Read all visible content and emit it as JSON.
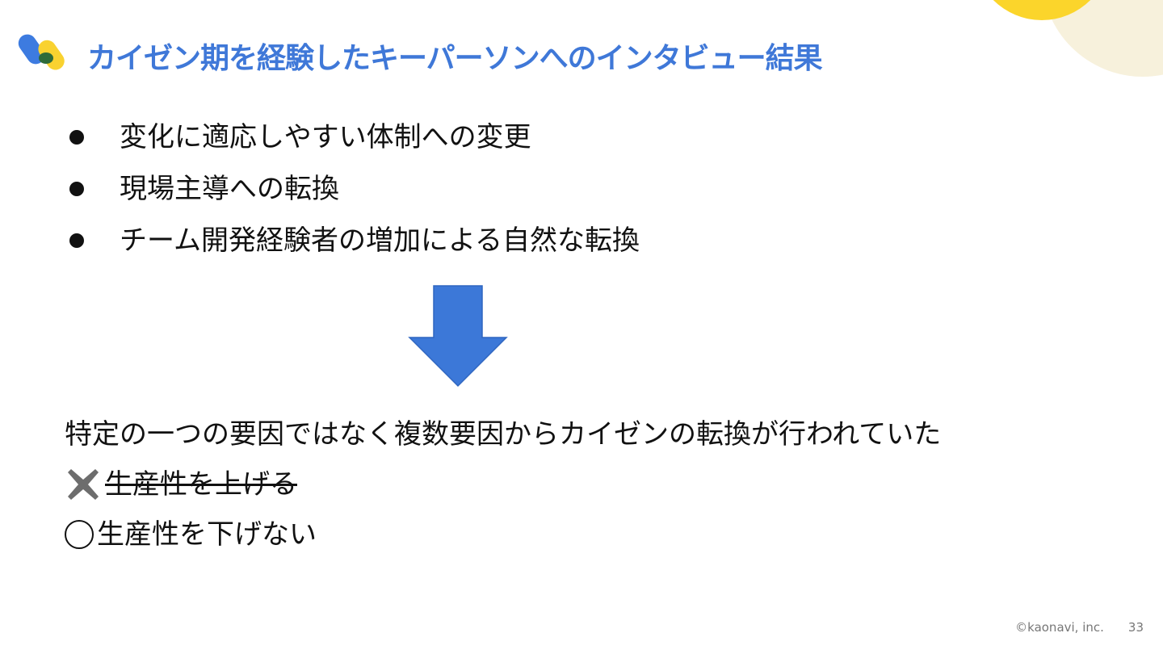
{
  "title": "カイゼン期を経験したキーパーソンへのインタビュー結果",
  "bullets": [
    "変化に適応しやすい体制への変更",
    "現場主導への転換",
    "チーム開発経験者の増加による自然な転換"
  ],
  "conclusion": "特定の一つの要因ではなく複数要因からカイゼンの転換が行われていた",
  "wrong_goal": "生産性を上げる",
  "right_goal": "生産性を下げない",
  "footer": {
    "copyright": "©kaonavi, inc.",
    "page_number": "33"
  },
  "colors": {
    "title": "#3f78d8",
    "arrow": "#3c78d8",
    "logo_blue": "#3d7be0",
    "logo_yellow": "#f9d230",
    "logo_green": "#2e7d32"
  },
  "icons": {
    "logo": "kaonavi-logo",
    "arrow": "down-arrow",
    "wrong": "cross-mark",
    "right": "circle-mark"
  }
}
